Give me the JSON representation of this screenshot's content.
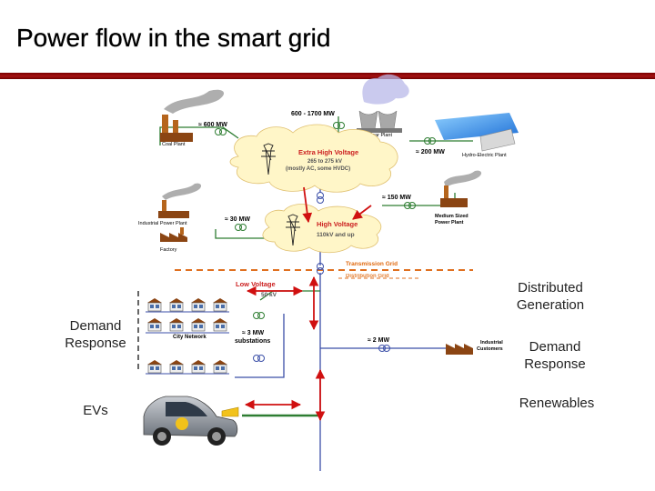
{
  "title": "Power flow in the smart grid",
  "labels": {
    "distributed_generation": "Distributed Generation",
    "demand_response_left": "Demand Response",
    "demand_response_right": "Demand Response",
    "evs": "EVs",
    "renewables": "Renewables"
  },
  "diagram": {
    "coal_plant": "Coal Plant",
    "coal_mw": "≈ 600  MW",
    "nuclear_mw": "600 - 1700  MW",
    "nuclear_plant": "Nuclear Plant",
    "hydro_mw": "≈ 200  MW",
    "hydro_plant": "Hydro-Electric Plant",
    "ehv_title": "Extra High Voltage",
    "ehv_range": "265 to 275 kV",
    "ehv_note": "(mostly AC, some HVDC)",
    "medium_mw": "≈ 150  MW",
    "medium_plant_1": "Medium Sized",
    "medium_plant_2": "Power Plant",
    "industrial_plant": "Industrial Power Plant",
    "industrial_mw": "≈ 30  MW",
    "factory": "Factory",
    "hv_title": "High Voltage",
    "hv_range": "110kV and up",
    "transmission_grid": "Transmission Grid",
    "distribution_grid": "Distribution Grid",
    "lv_title": "Low Voltage",
    "lv_range": "50 kV",
    "city_network": "City Network",
    "substations_mw": "≈ 3  MW",
    "substations": "substations",
    "industrial_customers_mw": "≈ 2  MW",
    "industrial_customers_1": "Industrial",
    "industrial_customers_2": "Customers"
  },
  "colors": {
    "title_rule": "#8b0000",
    "line_green": "#2e7d32",
    "line_blue": "#3b4fa8",
    "grid_dash_orange": "#e07020",
    "arrow_red": "#d01010",
    "cloud_yellow": "#fff6c8",
    "label_red": "#cc2020",
    "label_orange": "#e06a10"
  }
}
